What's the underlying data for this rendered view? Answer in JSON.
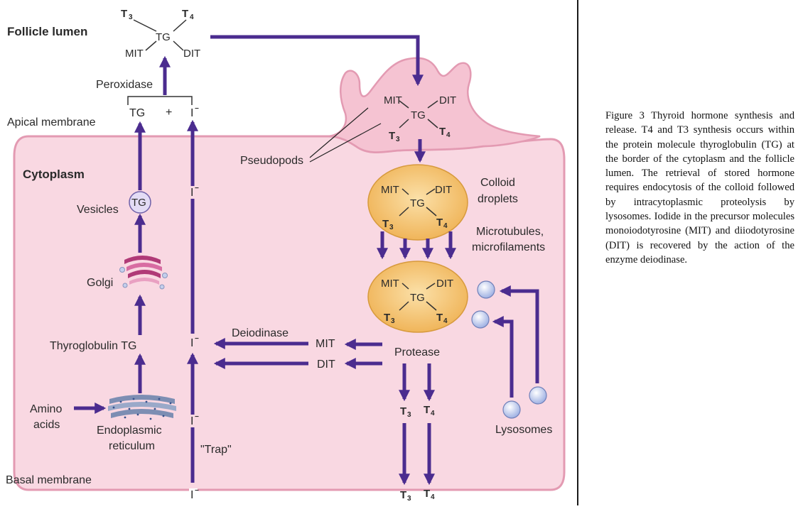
{
  "regions": {
    "follicle_lumen": "Follicle lumen",
    "cytoplasm": "Cytoplasm",
    "apical_membrane": "Apical membrane",
    "basal_membrane": "Basal membrane"
  },
  "molecule": {
    "t3": "T",
    "t4": "T",
    "sub3": "3",
    "sub4": "4",
    "tg": "TG",
    "mit": "MIT",
    "dit": "DIT"
  },
  "labels": {
    "peroxidase": "Peroxidase",
    "tg": "TG",
    "plus": "+",
    "iodide": "I",
    "iodide_sup": "−",
    "vesicles": "Vesicles",
    "vesicle_tg": "TG",
    "golgi": "Golgi",
    "thyroglobulin": "Thyroglobulin TG",
    "amino_1": "Amino",
    "amino_2": "acids",
    "er_1": "Endoplasmic",
    "er_2": "reticulum",
    "trap": "\"Trap\"",
    "pseudopods": "Pseudopods",
    "colloid_1": "Colloid",
    "colloid_2": "droplets",
    "micro_1": "Microtubules,",
    "micro_2": "microfilaments",
    "deiodinase": "Deiodinase",
    "mit": "MIT",
    "dit": "DIT",
    "protease": "Protease",
    "lysosomes": "Lysosomes",
    "t": "T",
    "s3": "3",
    "s4": "4"
  },
  "caption": "Figure 3 Thyroid hormone synthesis and release. T4 and T3 synthesis occurs within the protein molecule thyroglobulin (TG) at the border of the cytoplasm and the follicle lumen. The retrieval of stored hormone requires endocytosis of the colloid followed by intracytoplasmic proteolysis by lysosomes. Iodide in the precursor molecules monoiodotyrosine (MIT) and diiodotyrosine (DIT) is recovered by the action of the enzyme deiodinase.",
  "colors": {
    "cell_fill": "#f9d8e2",
    "cell_stroke": "#e39ab2",
    "arrow": "#4b2c8f",
    "droplet": "#f6c46f",
    "lysosome": "#bcc9ec"
  }
}
